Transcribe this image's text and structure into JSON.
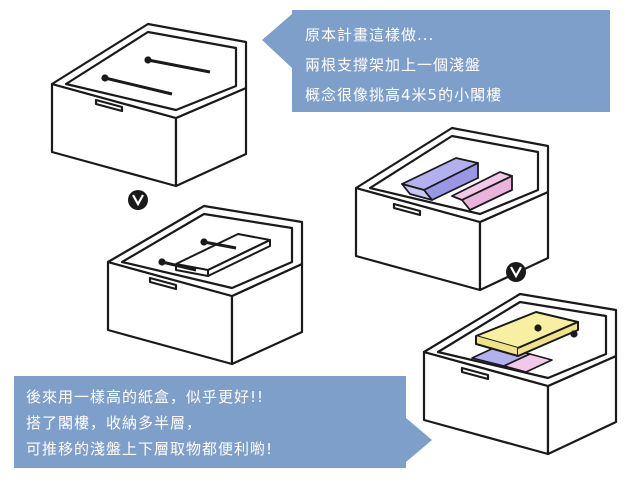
{
  "callout_top": {
    "lines": [
      "原本計畫這樣做...",
      "兩根支撐架加上一個淺盤",
      "概念很像挑高4米5的小閣樓"
    ],
    "bg_color": "#7f9fcb"
  },
  "callout_bottom": {
    "lines": [
      "後來用一樣高的紙盒，似乎更好!!",
      "搭了閣樓，收納多半層，",
      "可推移的淺盤上下層取物都便利喲!"
    ],
    "bg_color": "#7f9fcb"
  },
  "colors": {
    "outline": "#1a1a1a",
    "box_fill": "#ffffff",
    "purple_box": "#b3b0f0",
    "pink_box": "#f0c8e8",
    "yellow_tray": "#f7f0a0",
    "arrow": "#1a1a1a"
  }
}
